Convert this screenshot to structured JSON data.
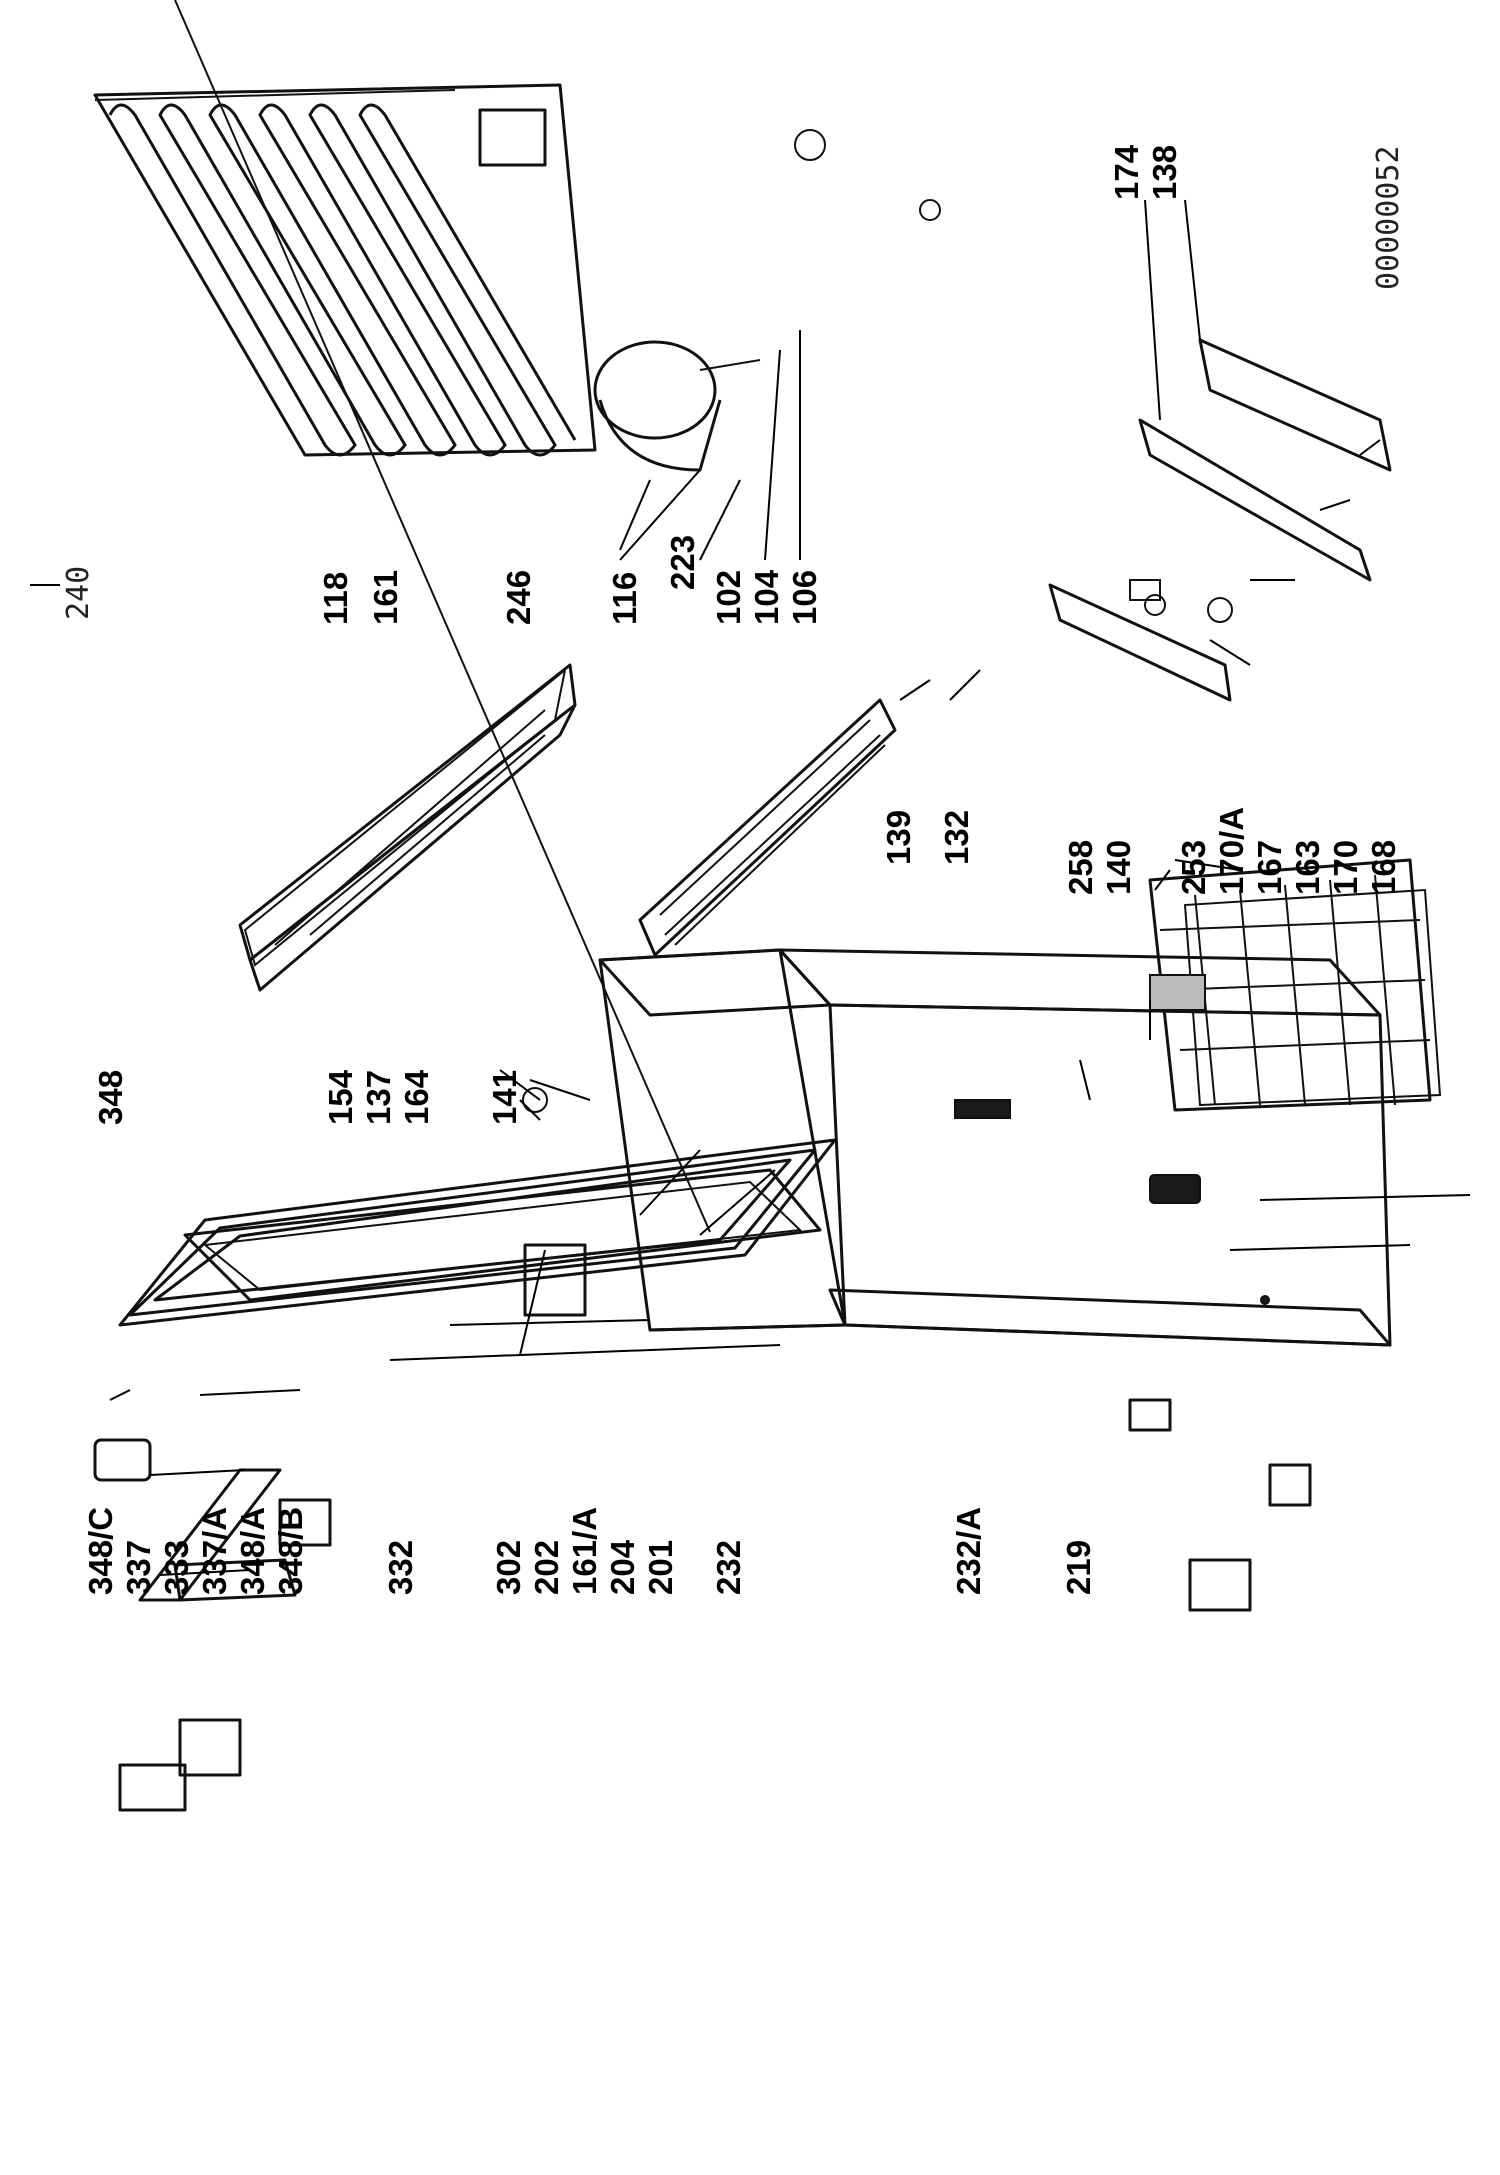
{
  "diagram": {
    "document_code": "00000052",
    "reference_number": "240",
    "part_labels": [
      "348/C",
      "337",
      "333",
      "337/A",
      "348/A",
      "348/B",
      "332",
      "302",
      "202",
      "161/A",
      "204",
      "201",
      "232",
      "232/A",
      "219",
      "348",
      "154",
      "137",
      "164",
      "141",
      "258",
      "140",
      "253",
      "170/A",
      "167",
      "163",
      "170",
      "168",
      "139",
      "132",
      "223",
      "118",
      "161",
      "246",
      "116",
      "102",
      "104",
      "106",
      "174",
      "138"
    ]
  }
}
